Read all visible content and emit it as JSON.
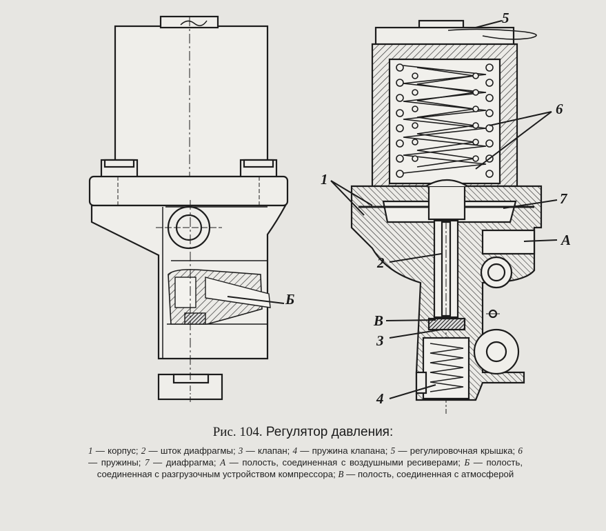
{
  "callouts": {
    "c1": "1",
    "c2": "2",
    "c3": "3",
    "c4": "4",
    "c5": "5",
    "c6": "6",
    "c7": "7",
    "cA": "А",
    "cB": "Б",
    "cV": "В"
  },
  "caption": {
    "figure_label": "Рис. 104.",
    "title": "Регулятор давления:"
  },
  "legend": [
    {
      "key": "1",
      "text": " — корпус;  "
    },
    {
      "key": "2",
      "text": " — шток диафрагмы;  "
    },
    {
      "key": "3",
      "text": " — клапан;  "
    },
    {
      "key": "4",
      "text": " — пружина клапана; "
    },
    {
      "key": "5",
      "text": " — регулировочная крышка;  "
    },
    {
      "key": "6",
      "text": " — пружины;  "
    },
    {
      "key": "7",
      "text": " — диафрагма;  "
    },
    {
      "key": "А",
      "text": " — полость, соединенная с воздушными ресиверами;  "
    },
    {
      "key": "Б",
      "text": " — полость, соединенная с разгрузочным устройством компрессора;  "
    },
    {
      "key": "В",
      "text": " — полость, соединенная с атмосферой"
    }
  ]
}
